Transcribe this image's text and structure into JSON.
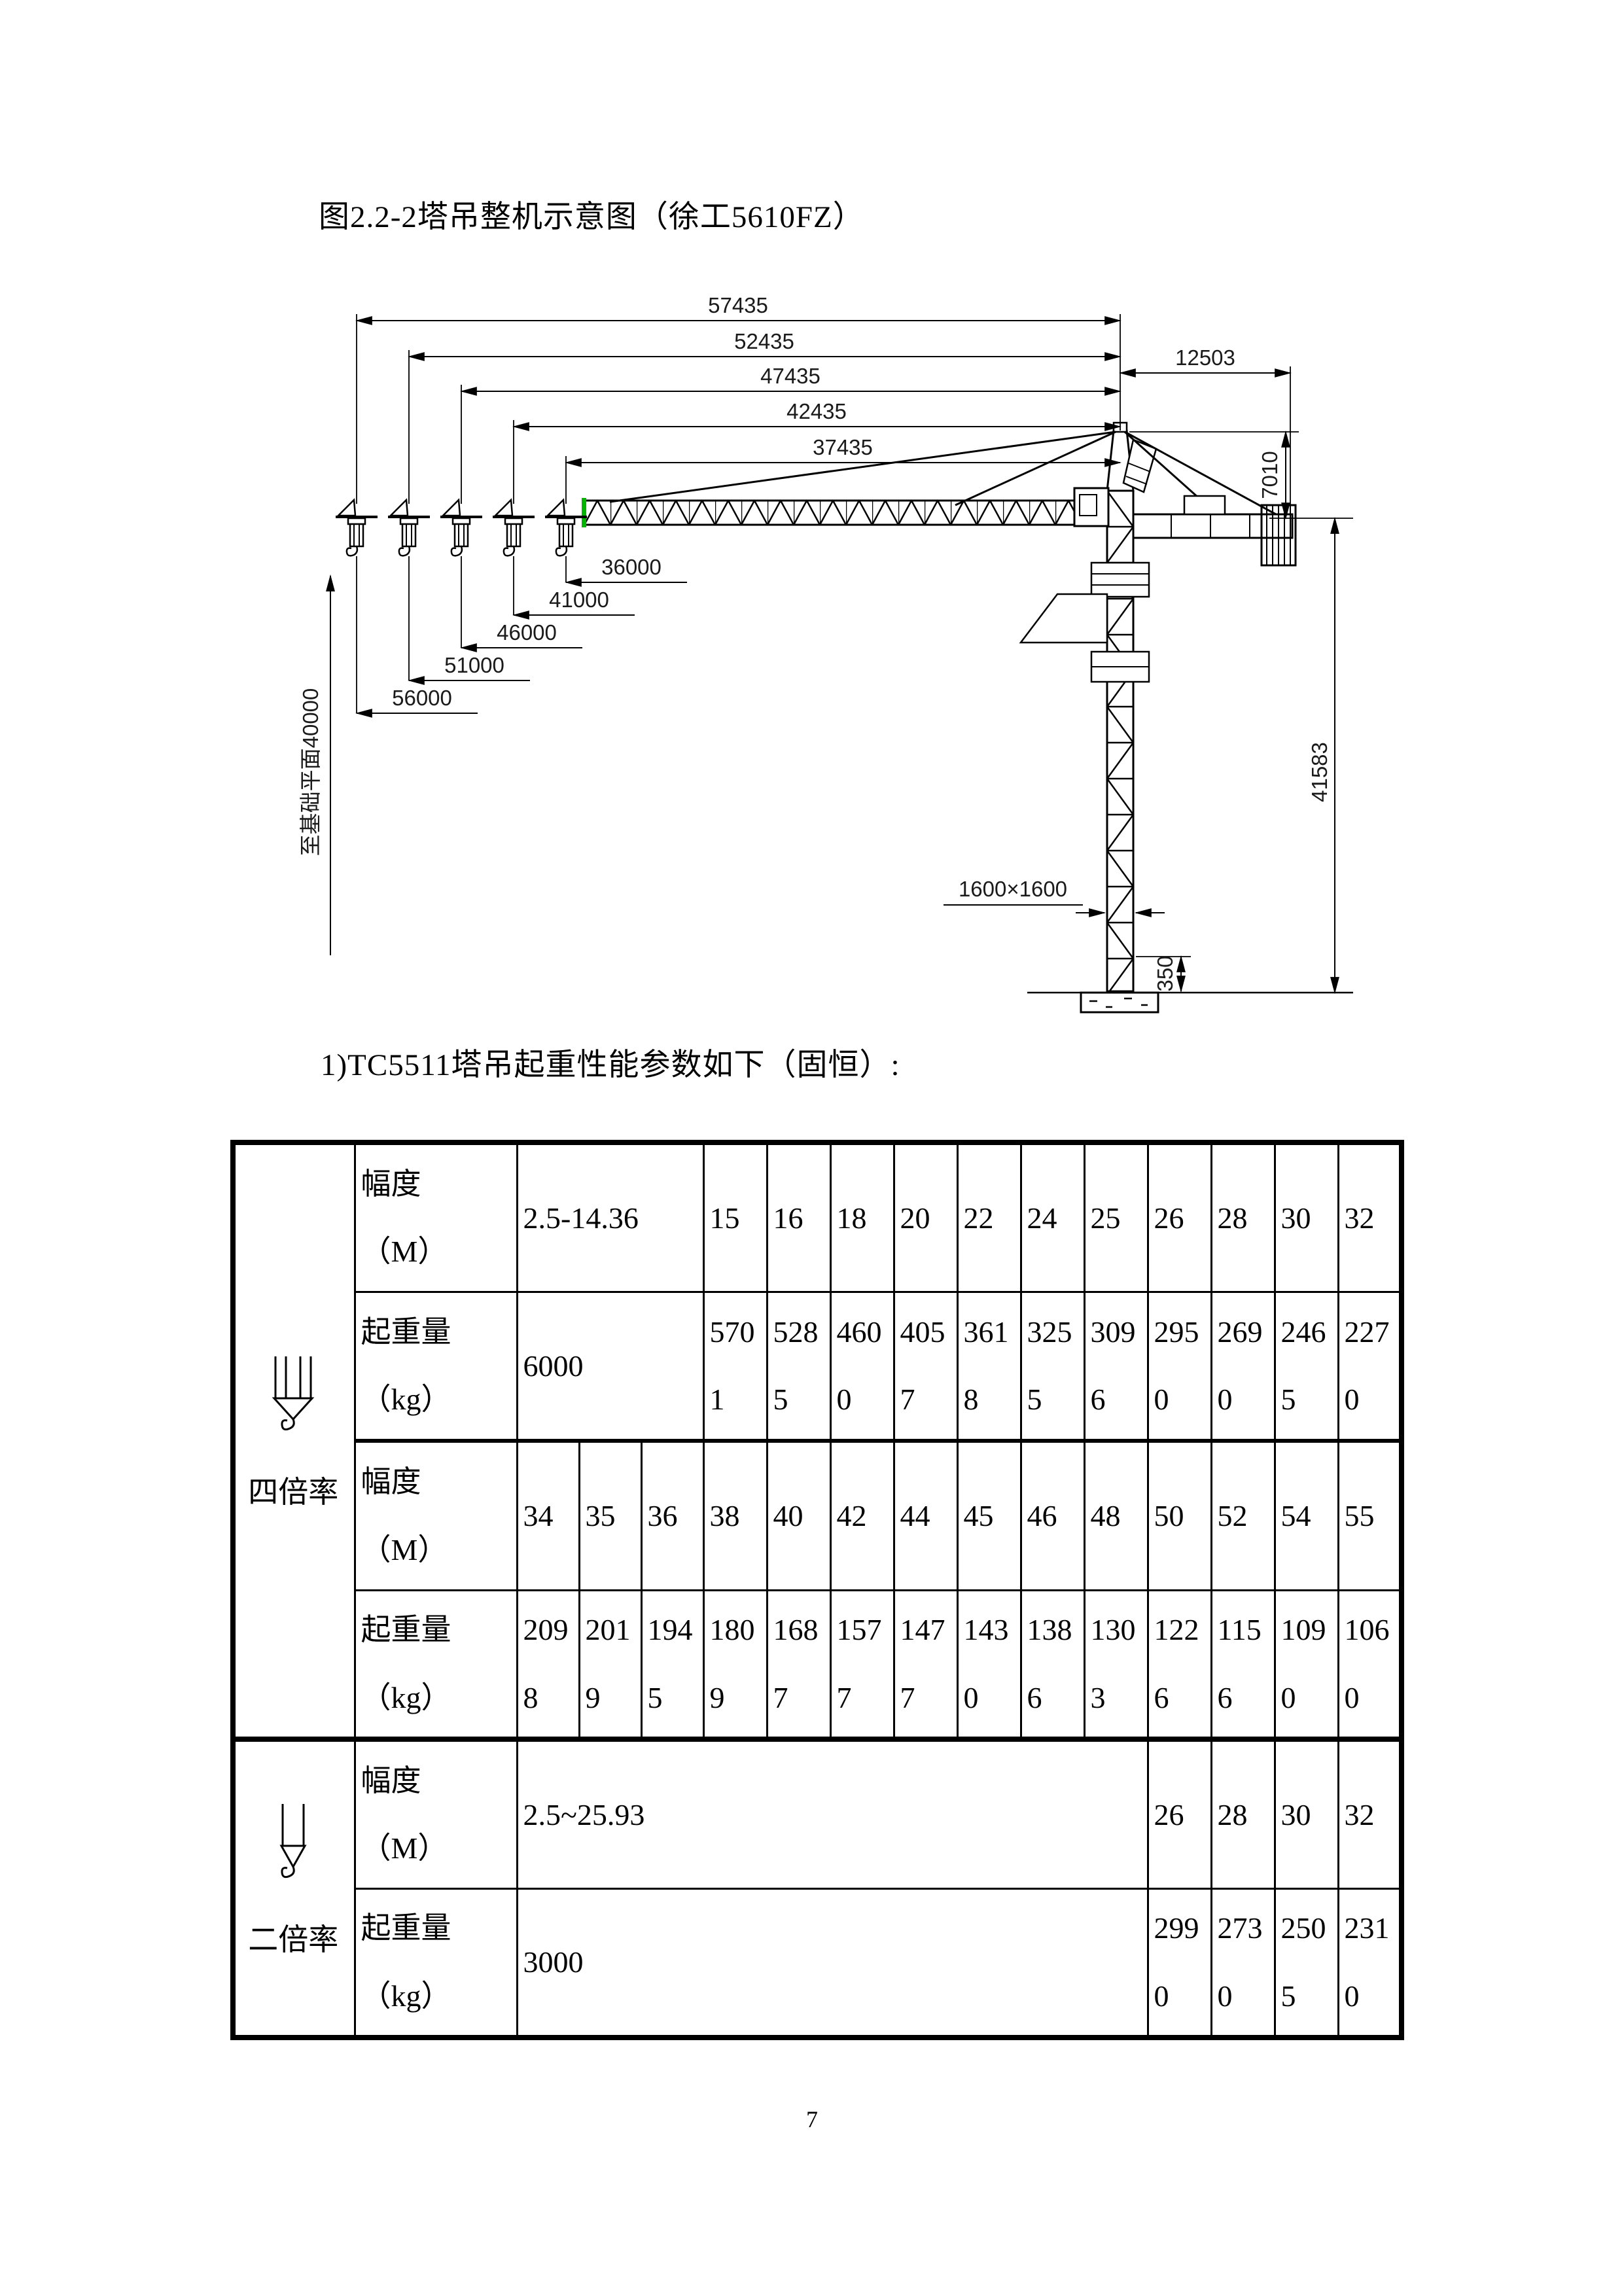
{
  "figure": {
    "title": "图2.2-2塔吊整机示意图（徐工5610FZ）",
    "dimensions": {
      "jib_lengths": [
        "57435",
        "52435",
        "47435",
        "42435",
        "37435"
      ],
      "counter_jib_length": "12503",
      "tower_head_height": "7010",
      "tower_height": "41583",
      "hook_height_lines": [
        "36000",
        "41000",
        "46000",
        "51000",
        "56000"
      ],
      "datum_note": "至基础平面40000",
      "mast_section": "1600×1600",
      "foundation_offset": "350"
    }
  },
  "section": {
    "heading": "1)TC5511塔吊起重性能参数如下（固恒）:"
  },
  "table": {
    "groups": [
      {
        "label": "四倍率",
        "icon": "four-fall-hook-icon",
        "rows": [
          {
            "label": "幅度",
            "unit": "（M）",
            "span_value": "2.5-14.36",
            "values": [
              "15",
              "16",
              "18",
              "20",
              "22",
              "24",
              "25",
              "26",
              "28",
              "30",
              "32"
            ]
          },
          {
            "label": "起重量",
            "unit": "（kg）",
            "span_value": "6000",
            "values": [
              "5701",
              "5285",
              "4600",
              "4057",
              "3618",
              "3255",
              "3096",
              "2950",
              "2690",
              "2465",
              "2270"
            ]
          },
          {
            "label": "幅度",
            "unit": "（M）",
            "values": [
              "34",
              "35",
              "36",
              "38",
              "40",
              "42",
              "44",
              "45",
              "46",
              "48",
              "50",
              "52",
              "54",
              "55"
            ]
          },
          {
            "label": "起重量",
            "unit": "（kg）",
            "values": [
              "2098",
              "2019",
              "1945",
              "1809",
              "1687",
              "1577",
              "1477",
              "1430",
              "1386",
              "1303",
              "1226",
              "1156",
              "1090",
              "1060"
            ]
          }
        ]
      },
      {
        "label": "二倍率",
        "icon": "two-fall-hook-icon",
        "rows": [
          {
            "label": "幅度",
            "unit": "（M）",
            "span_value": "2.5~25.93",
            "values": [
              "26",
              "28",
              "30",
              "32"
            ]
          },
          {
            "label": "起重量",
            "unit": "（kg）",
            "span_value": "3000",
            "values": [
              "2990",
              "2730",
              "2505",
              "2310"
            ]
          }
        ]
      }
    ]
  },
  "page": {
    "number": "7"
  }
}
